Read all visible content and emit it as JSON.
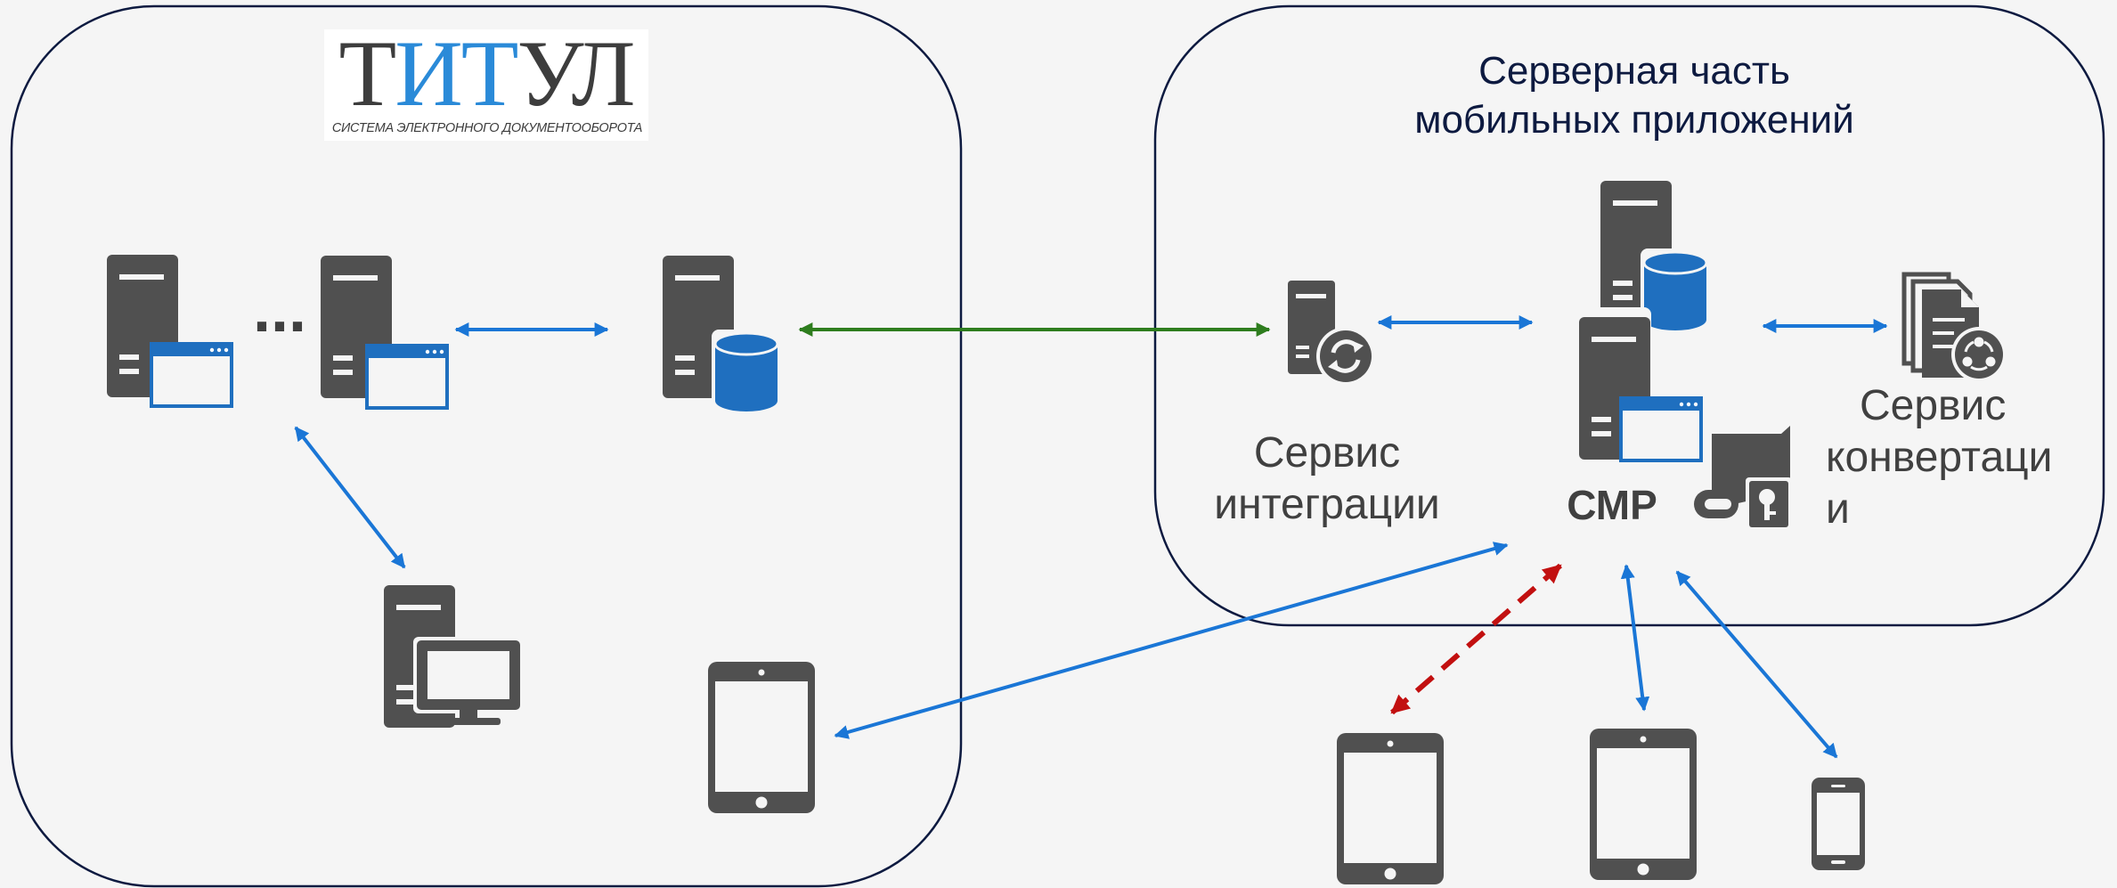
{
  "logo": {
    "word_parts": [
      "Т",
      "И",
      "Т",
      "УЛ"
    ],
    "subtitle": "СИСТЕМА ЭЛЕКТРОННОГО ДОКУМЕНТООБОРОТА"
  },
  "mobile_server_region": {
    "title_line1": "Серверная часть",
    "title_line2": "мобильных приложений"
  },
  "integration_service": {
    "label_line1": "Сервис",
    "label_line2": "интеграции"
  },
  "smp": {
    "label": "СМР"
  },
  "conversion_service": {
    "label_line1": "Сервис",
    "label_line2": "конвертаци",
    "label_line3": "и"
  },
  "app_server_ellipsis": "...",
  "colors": {
    "icon_gray": "#505050",
    "icon_blue": "#1f6fbf",
    "arrow_blue": "#1a76d6",
    "arrow_green": "#2e7d1e",
    "arrow_red": "#c21010",
    "region_border": "#0d1a40",
    "logo_blue": "#2a8ad8",
    "background": "#f5f5f5"
  }
}
